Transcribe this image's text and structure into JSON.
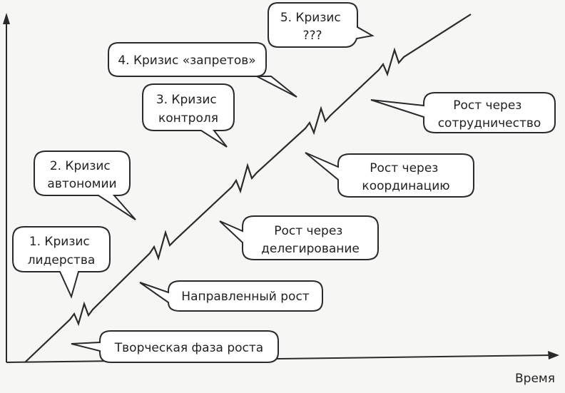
{
  "axis": {
    "x_label": "Время"
  },
  "crises": [
    {
      "lines": [
        "1. Кризис",
        "лидерства"
      ]
    },
    {
      "lines": [
        "2. Кризис",
        "автономии"
      ]
    },
    {
      "lines": [
        "3. Кризис",
        "контроля"
      ]
    },
    {
      "lines": [
        "4. Кризис «запретов»"
      ]
    },
    {
      "lines": [
        "5. Кризис",
        "???"
      ]
    }
  ],
  "growth_phases": [
    {
      "lines": [
        "Творческая фаза роста"
      ]
    },
    {
      "lines": [
        "Направленный рост"
      ]
    },
    {
      "lines": [
        "Рост через",
        "делегирование"
      ]
    },
    {
      "lines": [
        "Рост через",
        "координацию"
      ]
    },
    {
      "lines": [
        "Рост через",
        "сотрудничество"
      ]
    }
  ],
  "colors": {
    "ink": "#2a2a2a",
    "bubble_fill": "#ffffff",
    "background": "#f6f6f4"
  }
}
